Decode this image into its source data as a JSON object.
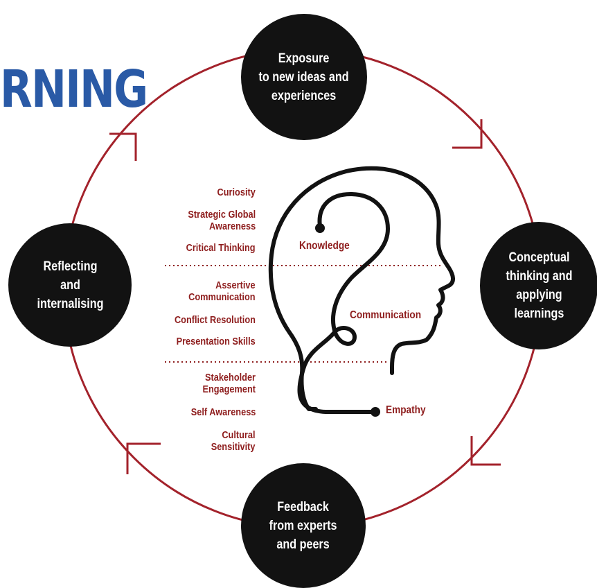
{
  "title": "RNING",
  "nodes": {
    "top": "Exposure\nto new ideas and\nexperiences",
    "right": "Conceptual\nthinking and\napplying\nlearnings",
    "bottom": "Feedback\nfrom experts\nand peers",
    "left": "Reflecting\nand\ninternalising"
  },
  "skills": {
    "knowledge": [
      "Curiosity",
      "Strategic Global\nAwareness",
      "Critical Thinking"
    ],
    "communication": [
      "Assertive\nCommunication",
      "Conflict Resolution",
      "Presentation Skills"
    ],
    "empathy": [
      "Stakeholder\nEngagement",
      "Self Awareness",
      "Cultural\nSensitivity"
    ]
  },
  "domains": {
    "knowledge": "Knowledge",
    "communication": "Communication",
    "empathy": "Empathy"
  },
  "colors": {
    "title": "#2a5aa6",
    "cycle": "#a3222b",
    "node": "#121212",
    "text_red": "#8e1d1d"
  }
}
